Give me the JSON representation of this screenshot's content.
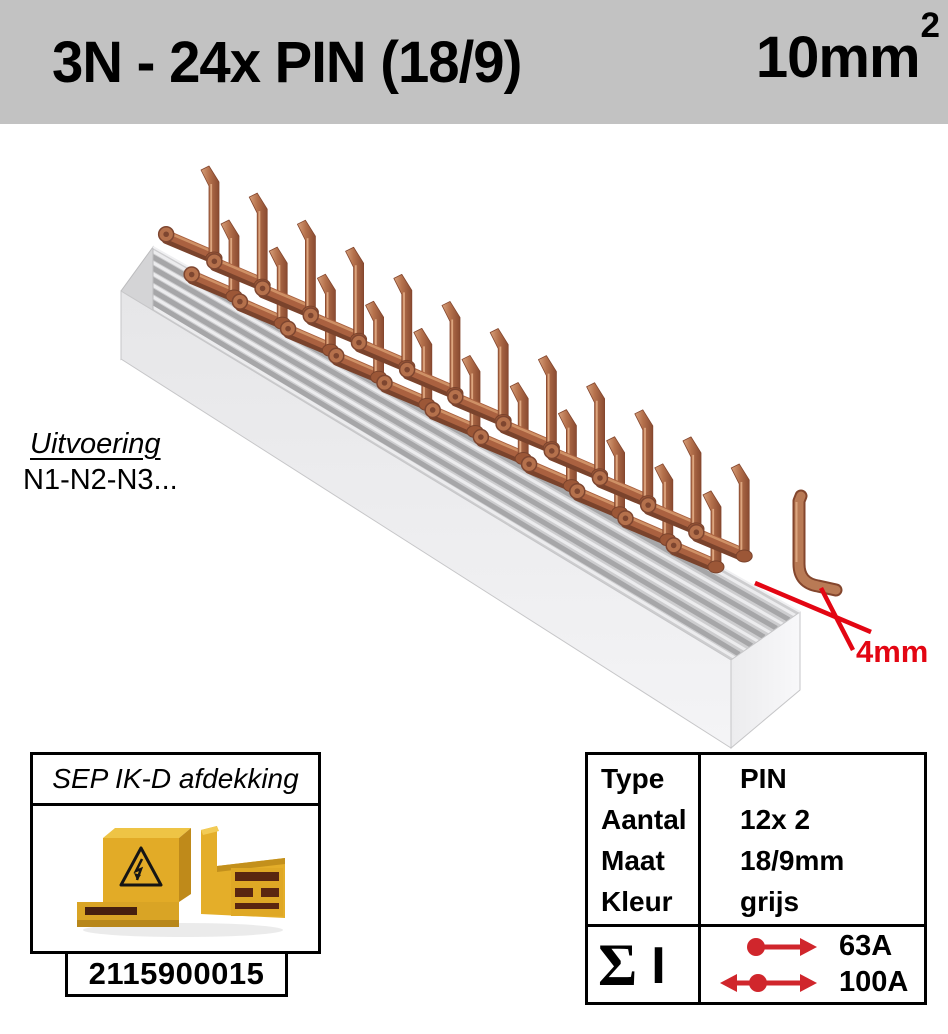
{
  "header": {
    "title": "3N - 24x PIN (18/9)",
    "size_value": "10mm",
    "size_sup": "2",
    "bg_color": "#c2c2c2"
  },
  "figure": {
    "variant_heading": "Uitvoering",
    "variant_value": "N1-N2-N3...",
    "annotation_text": "4mm",
    "annotation_color": "#e30613",
    "rail_color": "#d4d4d6",
    "copper_color": "#b5714c"
  },
  "accessory": {
    "title": "SEP IK-D afdekking",
    "article_number": "2115900015",
    "icons": [
      "warning-triangle-lightning-icon",
      "slotted-cover-icon"
    ],
    "cover_yellow": "#e2ab27"
  },
  "spec": {
    "rows": [
      {
        "label": "Type",
        "value": "PIN"
      },
      {
        "label": "Aantal",
        "value": "12x 2"
      },
      {
        "label": "Maat",
        "value": "18/9mm"
      },
      {
        "label": "Kleur",
        "value": "grijs"
      }
    ],
    "sum_sigma": "Σ",
    "sum_current": "I",
    "arrow_color": "#d0262c",
    "ratings": [
      {
        "icon": "arrow-right-from-dot",
        "value": "63A"
      },
      {
        "icon": "arrow-both-directions-dot",
        "value": "100A"
      }
    ]
  }
}
